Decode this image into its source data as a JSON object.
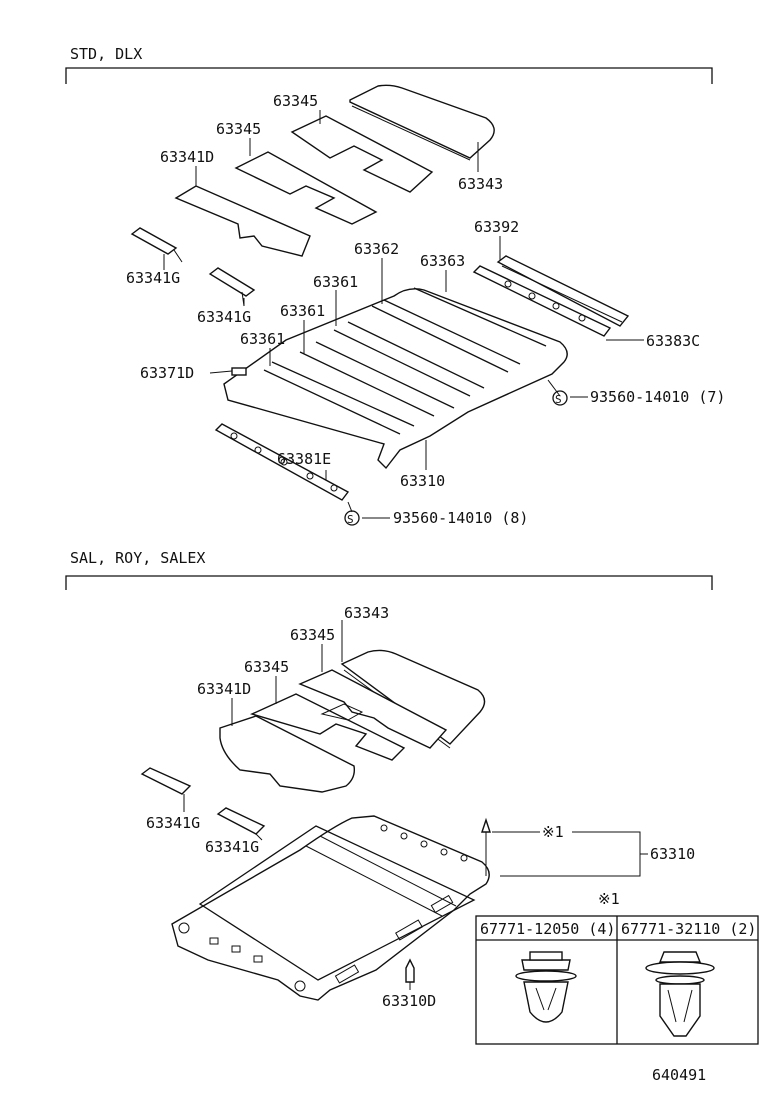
{
  "sections": {
    "top": "STD, DLX",
    "bottom": "SAL, ROY, SALEX"
  },
  "callouts": {
    "top": {
      "p63345a": "63345",
      "p63345b": "63345",
      "p63341D": "63341D",
      "p63343": "63343",
      "p63341Ga": "63341G",
      "p63341Gb": "63341G",
      "p63392": "63392",
      "p63362": "63362",
      "p63363": "63363",
      "p63361a": "63361",
      "p63361b": "63361",
      "p63361c": "63361",
      "p63383C": "63383C",
      "p63371D": "63371D",
      "p93560a": "93560-14010 (7)",
      "p63381E": "63381E",
      "p63310": "63310",
      "p93560b": "93560-14010 (8)",
      "screw_symbol": "S"
    },
    "bottom": {
      "p63343": "63343",
      "p63345a": "63345",
      "p63345b": "63345",
      "p63341D": "63341D",
      "p63341Ga": "63341G",
      "p63341Gb": "63341G",
      "note1": "※1",
      "p63310": "63310",
      "p63310D": "63310D"
    }
  },
  "clip_table": {
    "title": "※1",
    "columns": [
      "67771-12050 (4)",
      "67771-32110 (2)"
    ]
  },
  "figure_number": "640491"
}
